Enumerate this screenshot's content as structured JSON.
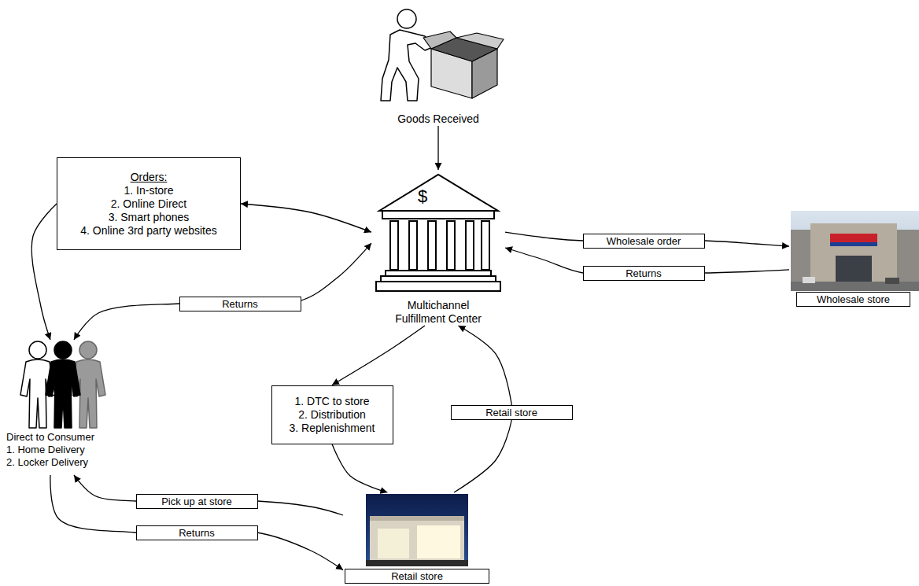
{
  "diagram": {
    "nodes": [
      {
        "text": [
          "Goods Received"
        ]
      },
      {
        "text": [
          "Orders:",
          "1. In-store",
          "2. Online Direct",
          "3. Smart phones",
          "4. Online 3rd party websites"
        ]
      },
      {
        "text": [
          "$",
          "Multichannel Fulfillment Center"
        ]
      },
      {
        "text": [
          "Wholesale store"
        ]
      },
      {
        "text": [
          "Direct to Consumer",
          "1. Home Delivery",
          "2. Locker Delivery"
        ]
      },
      {
        "text": [
          "1. DTC to store",
          "2. Distribution",
          "3. Replenishment"
        ]
      },
      {
        "text": [
          "Retail store"
        ]
      }
    ],
    "edges": [
      {
        "from": 0,
        "to": 2,
        "arrow": "to"
      },
      {
        "from": 2,
        "to": 1,
        "arrow": "both"
      },
      {
        "from": 1,
        "to": 4,
        "arrow": "to"
      },
      {
        "from": 4,
        "to": 2,
        "arrow": "both",
        "label": "Returns"
      },
      {
        "from": 2,
        "to": 3,
        "arrow": "to",
        "label": "Wholesale order"
      },
      {
        "from": 3,
        "to": 2,
        "arrow": "to",
        "label": "Returns"
      },
      {
        "from": 2,
        "to": 5,
        "arrow": "to"
      },
      {
        "from": 5,
        "to": 6,
        "arrow": "to"
      },
      {
        "from": 6,
        "to": 2,
        "arrow": "to",
        "label": "Retail store"
      },
      {
        "from": 6,
        "to": 4,
        "arrow": "to",
        "label": "Pick up at store"
      },
      {
        "from": 4,
        "to": 6,
        "arrow": "to",
        "label": "Returns"
      }
    ]
  }
}
